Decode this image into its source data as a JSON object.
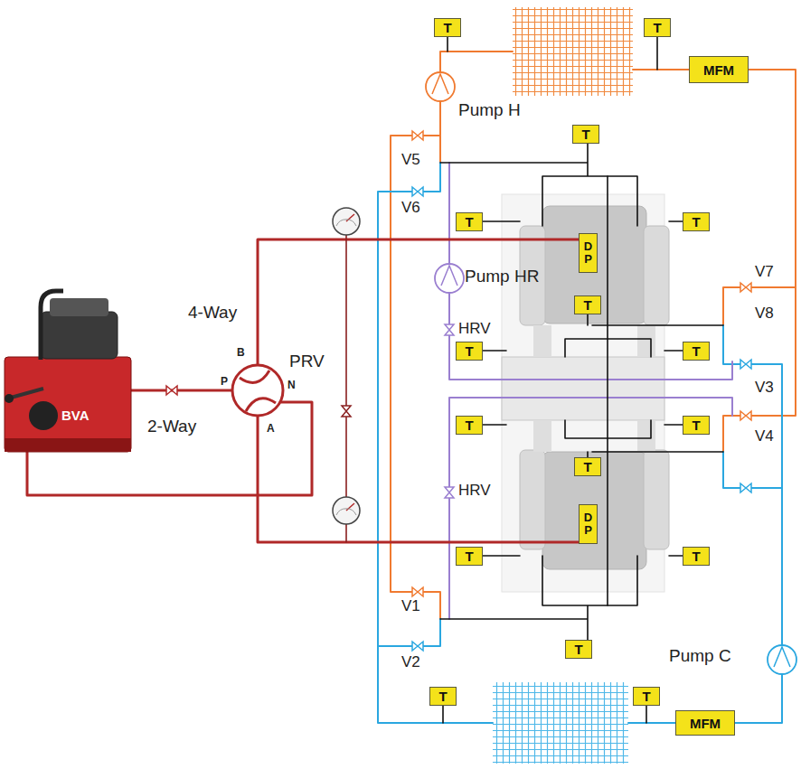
{
  "diagram": {
    "nodes": [
      {
        "text": [
          "T"
        ]
      },
      {
        "text": [
          "T"
        ]
      },
      {
        "text": [
          "MFM"
        ]
      },
      {
        "text": [
          "T"
        ]
      },
      {
        "text": [
          "T"
        ]
      },
      {
        "text": [
          "T"
        ]
      },
      {
        "text": [
          "DP"
        ]
      },
      {
        "text": [
          "T"
        ]
      },
      {
        "text": [
          "T"
        ]
      },
      {
        "text": [
          "T"
        ]
      },
      {
        "text": [
          "T"
        ]
      },
      {
        "text": [
          "T"
        ]
      },
      {
        "text": [
          "T"
        ]
      },
      {
        "text": [
          "DP"
        ]
      },
      {
        "text": [
          "T"
        ]
      },
      {
        "text": [
          "T"
        ]
      },
      {
        "text": [
          "T"
        ]
      },
      {
        "text": [
          "T"
        ]
      },
      {
        "text": [
          "T"
        ]
      },
      {
        "text": [
          "MFM"
        ]
      }
    ],
    "labels": [
      "Pump H",
      "V5",
      "V6",
      "Pump HR",
      "4-Way",
      "B",
      "P",
      "PRV",
      "N",
      "A",
      "2-Way",
      "BVA",
      "HRV",
      "V7",
      "V8",
      "V3",
      "HRV",
      "V4",
      "V1",
      "V2",
      "Pump C"
    ]
  }
}
